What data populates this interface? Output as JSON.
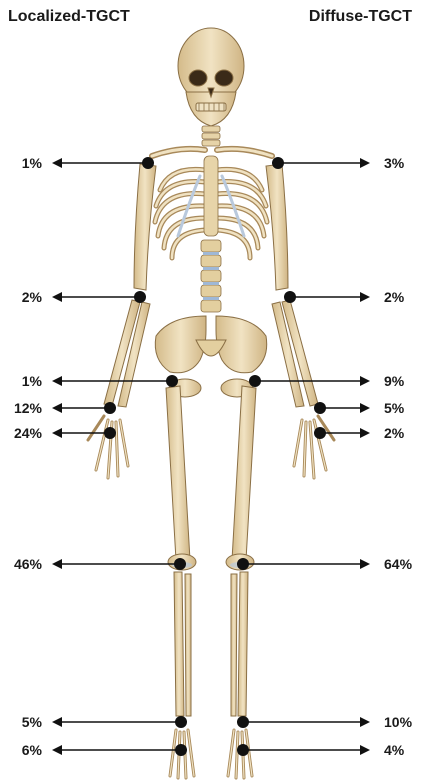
{
  "header": {
    "left_label": "Localized-TGCT",
    "right_label": "Diffuse-TGCT"
  },
  "colors": {
    "bone": "#e9d9b4",
    "bone_shade": "#c9ad7b",
    "bone_outline": "#8a6f45",
    "cartilage": "#b9c9dc",
    "marker": "#111111",
    "arrow": "#111111"
  },
  "joints": [
    {
      "joint": "shoulder",
      "localized": "1%",
      "diffuse": "3%"
    },
    {
      "joint": "elbow",
      "localized": "2%",
      "diffuse": "2%"
    },
    {
      "joint": "hip",
      "localized": "1%",
      "diffuse": "9%"
    },
    {
      "joint": "wrist",
      "localized": "12%",
      "diffuse": "5%"
    },
    {
      "joint": "hand",
      "localized": "24%",
      "diffuse": "2%"
    },
    {
      "joint": "knee",
      "localized": "46%",
      "diffuse": "64%"
    },
    {
      "joint": "ankle",
      "localized": "5%",
      "diffuse": "10%"
    },
    {
      "joint": "foot",
      "localized": "6%",
      "diffuse": "4%"
    }
  ]
}
